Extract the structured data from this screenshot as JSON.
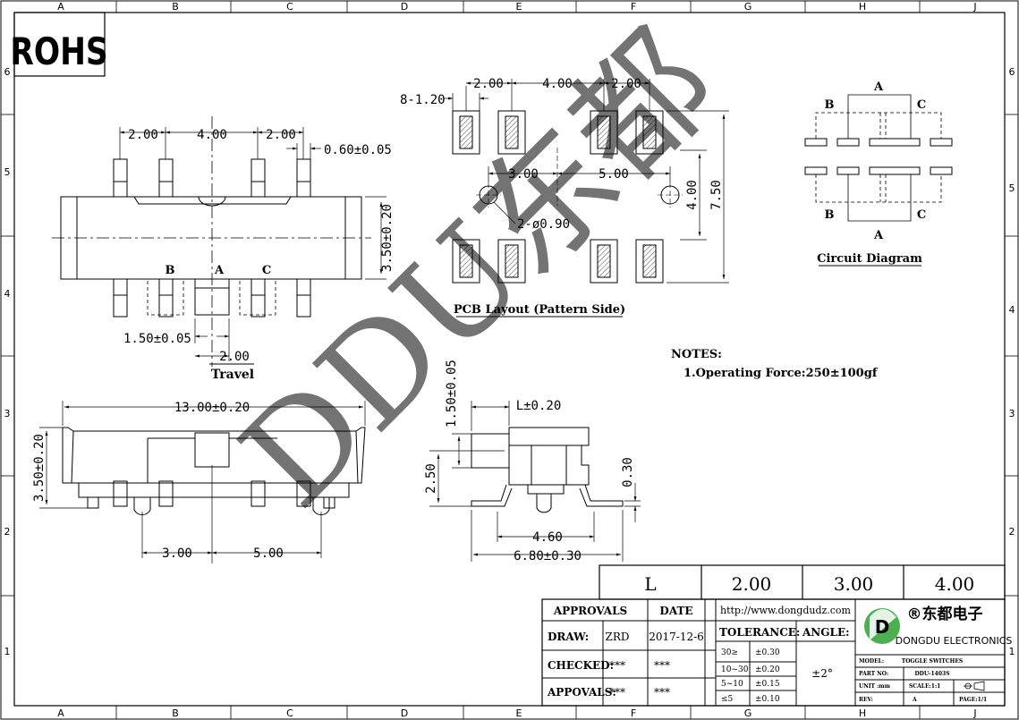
{
  "frame": {
    "columns": [
      "A",
      "B",
      "C",
      "D",
      "E",
      "F",
      "G",
      "H",
      "J"
    ],
    "rows": [
      "6",
      "5",
      "4",
      "3",
      "2",
      "1"
    ]
  },
  "header": {
    "rohs": "ROHS"
  },
  "watermark": {
    "text": "DDU东都"
  },
  "top_view": {
    "dim_2a": "2.00",
    "dim_4": "4.00",
    "dim_2b": "2.00",
    "dim_pin": "0.60±0.05",
    "dim_height": "3.50±0.20",
    "label_b": "B",
    "label_a": "A",
    "label_c": "C",
    "dim_pitch": "1.50±0.05",
    "dim_travel_val": "2.00",
    "travel_label": "Travel"
  },
  "pcb_layout": {
    "dim_pad": "8-1.20",
    "dim_2a": "2.00",
    "dim_4": "4.00",
    "dim_2b": "2.00",
    "dim_3": "3.00",
    "dim_5": "5.00",
    "dim_hole": "2-ø0.90",
    "dim_4v": "4.00",
    "dim_75": "7.50",
    "caption": "PCB Layout (Pattern Side)"
  },
  "circuit": {
    "label_a_top": "A",
    "label_b_top": "B",
    "label_c_top": "C",
    "label_b_bot": "B",
    "label_c_bot": "C",
    "label_a_bot": "A",
    "caption": "Circuit Diagram"
  },
  "notes": {
    "title": "NOTES:",
    "line1": "1.Operating Force:250±100gf"
  },
  "front_view": {
    "dim_width": "13.00±0.20",
    "dim_height": "3.50±0.20",
    "dim_3": "3.00",
    "dim_5": "5.00"
  },
  "side_view": {
    "dim_knob": "1.50±0.05",
    "dim_l": "L±0.20",
    "dim_250": "2.50",
    "dim_030": "0.30",
    "dim_460": "4.60",
    "dim_680": "6.80±0.30"
  },
  "l_table": {
    "header": "L",
    "values": [
      "2.00",
      "3.00",
      "4.00"
    ]
  },
  "title_block": {
    "approvals": "APPROVALS",
    "date": "DATE",
    "draw": "DRAW:",
    "draw_name": "ZRD",
    "draw_date": "2017-12-6",
    "checked": "CHECKED:",
    "checked_name": "***",
    "checked_date": "***",
    "appovals": "APPOVALS:",
    "appovals_name": "***",
    "appovals_date": "***",
    "url": "http://www.dongdudz.com",
    "tolerance": "TOLERANCE:",
    "angle": "ANGLE:",
    "angle_val": "±2°",
    "tol_rows": [
      {
        "range": "30≥",
        "val": "±0.30"
      },
      {
        "range": "10~30",
        "val": "±0.20"
      },
      {
        "range": "5~10",
        "val": "±0.15"
      },
      {
        "range": "≤5",
        "val": "±0.10"
      }
    ],
    "company_cn": "®东都电子",
    "company_en": "DONGDU ELECTRONICS",
    "model_label": "MODEL:",
    "model_val": "TOGGLE SWITCHES",
    "part_label": "PART NO:",
    "part_val": "DDU-1403S",
    "unit_label": "UNIT :mm",
    "scale_label": "SCALE:1:1",
    "rev_label": "REV:",
    "rev_val": "A",
    "page_label": "PAGE:1/1",
    "logo_letter": "D"
  }
}
